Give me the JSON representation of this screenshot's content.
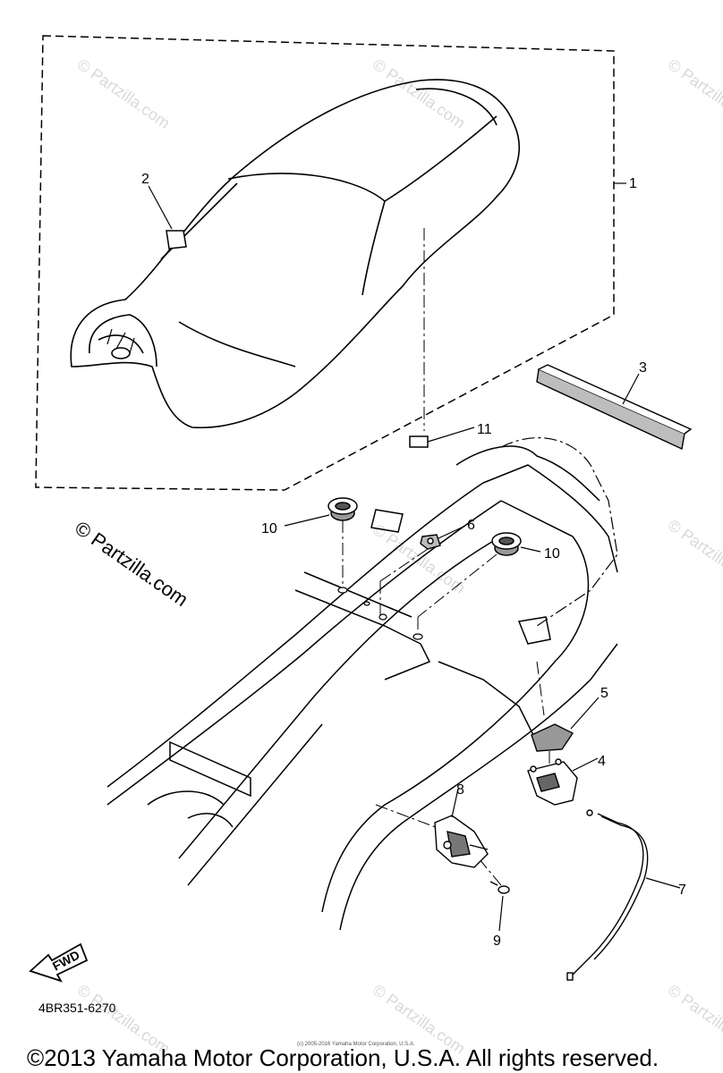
{
  "callouts": {
    "c1": "1",
    "c2": "2",
    "c3": "3",
    "c4": "4",
    "c5": "5",
    "c6": "6",
    "c7": "7",
    "c8": "8",
    "c9": "9",
    "c10a": "10",
    "c10b": "10",
    "c11": "11"
  },
  "watermark": {
    "main": "© Partzilla.com",
    "faint": "© Partzilla.com"
  },
  "fwd_label": "FWD",
  "diagram_code": "4BR351-6270",
  "tiny_notice": "(c) 2005-2016 Yamaha Motor Corporation, U.S.A.",
  "copyright": "©2013 Yamaha Motor Corporation, U.S.A. All rights reserved."
}
